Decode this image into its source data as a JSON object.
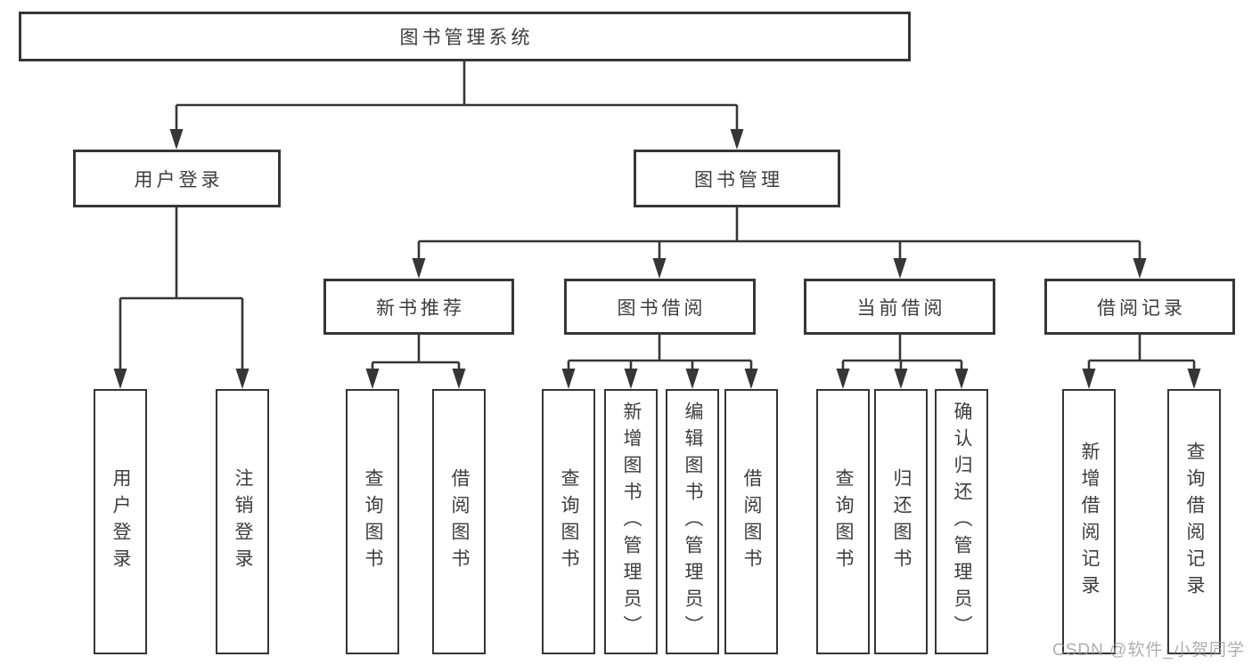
{
  "diagram_title": "图书管理系统",
  "tree": {
    "root": {
      "label": "图书管理系统"
    },
    "level2": [
      {
        "label": "用户登录",
        "children": [
          {
            "label": "用户登录"
          },
          {
            "label": "注销登录"
          }
        ]
      },
      {
        "label": "图书管理",
        "children": [
          {
            "label": "新书推荐",
            "children": [
              {
                "label": "查询图书"
              },
              {
                "label": "借阅图书"
              }
            ]
          },
          {
            "label": "图书借阅",
            "children": [
              {
                "label": "查询图书"
              },
              {
                "label": "新增图书（管理员）"
              },
              {
                "label": "编辑图书（管理员）"
              },
              {
                "label": "借阅图书"
              }
            ]
          },
          {
            "label": "当前借阅",
            "children": [
              {
                "label": "查询图书"
              },
              {
                "label": "归还图书"
              },
              {
                "label": "确认归还（管理员）"
              }
            ]
          },
          {
            "label": "借阅记录",
            "children": [
              {
                "label": "新增借阅记录"
              },
              {
                "label": "查询借阅记录"
              }
            ]
          }
        ]
      }
    ]
  },
  "watermark": "CSDN @软件_小贺同学",
  "colors": {
    "line": "#363636",
    "text": "#3d3d3d",
    "watermark": "#9b9b9b",
    "background": "#ffffff"
  }
}
